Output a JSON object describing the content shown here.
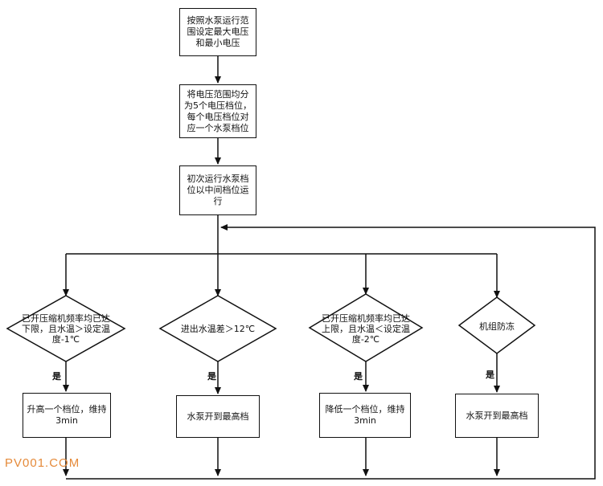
{
  "steps": {
    "s1": "按照水泵运行范围设定最大电压和最小电压",
    "s2": "将电压范围均分为5个电压档位，每个电压档位对应一个水泵档位",
    "s3": "初次运行水泵档位以中间档位运行"
  },
  "conditions": {
    "c1": "已开压缩机频率均已达下限，且水温＞设定温度-1℃",
    "c2": "进出水温差＞12℃",
    "c3": "已开压缩机频率均已达上限，且水温＜设定温度-2℃",
    "c4": "机组防冻"
  },
  "yes_label": "是",
  "actions": {
    "a1": "升高一个档位，维持3min",
    "a2": "水泵开到最高档",
    "a3": "降低一个档位，维持3min",
    "a4": "水泵开到最高档"
  },
  "watermark": "PV001.COM"
}
